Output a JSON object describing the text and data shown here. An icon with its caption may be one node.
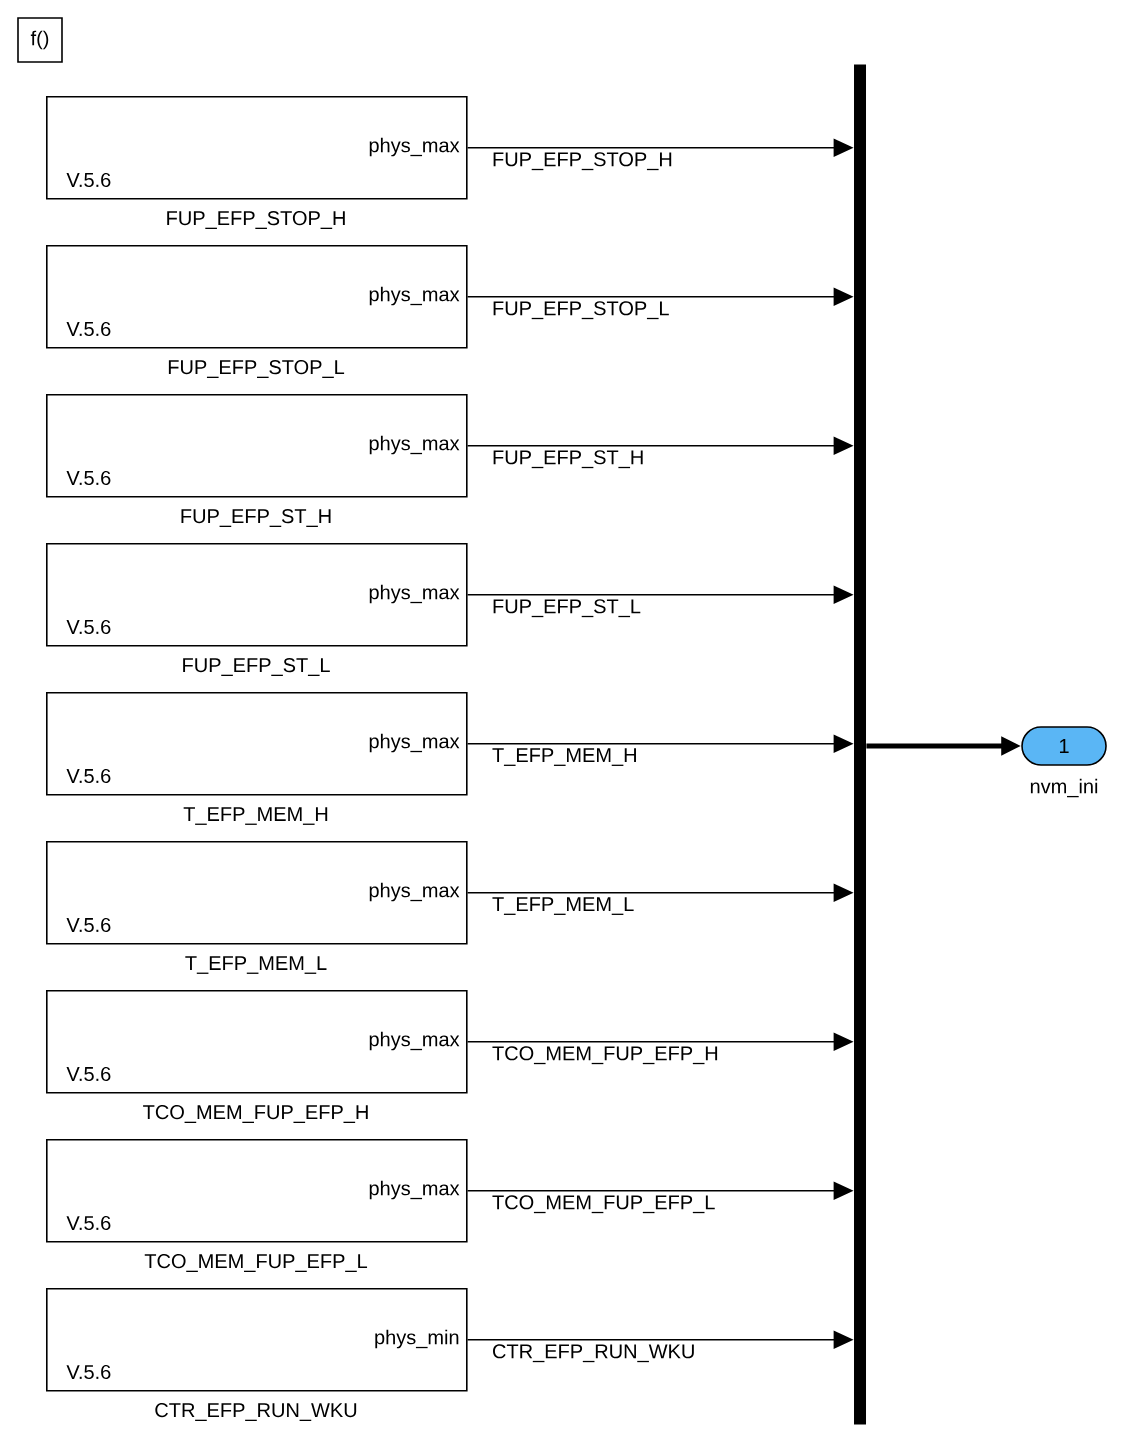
{
  "diagram": {
    "nodes": [
      {
        "text": [
          "f()"
        ]
      },
      {
        "text": [
          "phys_max",
          "V.5.6"
        ],
        "beside": [
          "FUP_EFP_STOP_H"
        ]
      },
      {
        "text": [
          "phys_max",
          "V.5.6"
        ],
        "beside": [
          "FUP_EFP_STOP_L"
        ]
      },
      {
        "text": [
          "phys_max",
          "V.5.6"
        ],
        "beside": [
          "FUP_EFP_ST_H"
        ]
      },
      {
        "text": [
          "phys_max",
          "V.5.6"
        ],
        "beside": [
          "FUP_EFP_ST_L"
        ]
      },
      {
        "text": [
          "phys_max",
          "V.5.6"
        ],
        "beside": [
          "T_EFP_MEM_H"
        ]
      },
      {
        "text": [
          "phys_max",
          "V.5.6"
        ],
        "beside": [
          "T_EFP_MEM_L"
        ]
      },
      {
        "text": [
          "phys_max",
          "V.5.6"
        ],
        "beside": [
          "TCO_MEM_FUP_EFP_H"
        ]
      },
      {
        "text": [
          "phys_max",
          "V.5.6"
        ],
        "beside": [
          "TCO_MEM_FUP_EFP_L"
        ]
      },
      {
        "text": [
          "phys_min",
          "V.5.6"
        ],
        "beside": [
          "CTR_EFP_RUN_WKU"
        ]
      },
      {
        "text": [],
        "shape": "bar"
      },
      {
        "text": [
          "1"
        ],
        "beside": [
          "nvm_ini"
        ]
      }
    ],
    "edges": [
      {
        "from": 1,
        "to": 10,
        "arrow": "to",
        "label": "FUP_EFP_STOP_H"
      },
      {
        "from": 2,
        "to": 10,
        "arrow": "to",
        "label": "FUP_EFP_STOP_L"
      },
      {
        "from": 3,
        "to": 10,
        "arrow": "to",
        "label": "FUP_EFP_ST_H"
      },
      {
        "from": 4,
        "to": 10,
        "arrow": "to",
        "label": "FUP_EFP_ST_L"
      },
      {
        "from": 5,
        "to": 10,
        "arrow": "to",
        "label": "T_EFP_MEM_H"
      },
      {
        "from": 6,
        "to": 10,
        "arrow": "to",
        "label": "T_EFP_MEM_L"
      },
      {
        "from": 7,
        "to": 10,
        "arrow": "to",
        "label": "TCO_MEM_FUP_EFP_H"
      },
      {
        "from": 8,
        "to": 10,
        "arrow": "to",
        "label": "TCO_MEM_FUP_EFP_L"
      },
      {
        "from": 9,
        "to": 10,
        "arrow": "to",
        "label": "CTR_EFP_RUN_WKU"
      },
      {
        "from": 10,
        "to": 11,
        "arrow": "to",
        "style": "thick"
      }
    ]
  }
}
